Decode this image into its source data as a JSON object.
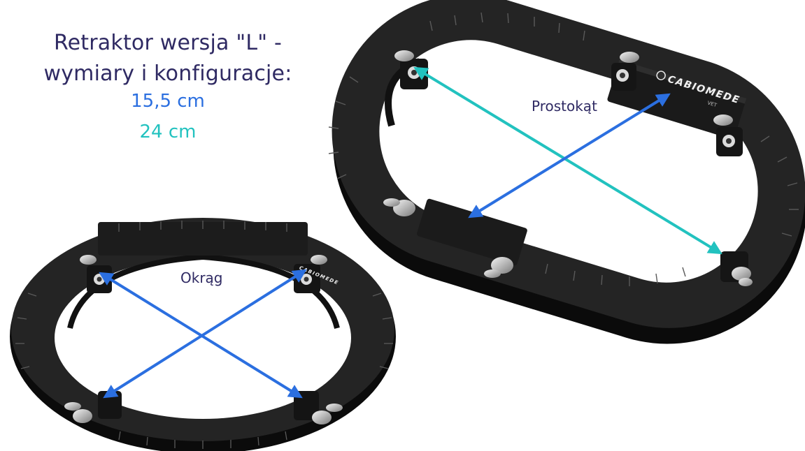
{
  "heading": {
    "line1": "Retraktor wersja \"L\" -",
    "line2": "wymiary i konfiguracje:"
  },
  "dimensions": {
    "short": {
      "text": "15,5 cm",
      "color": "#2b6fe0"
    },
    "long": {
      "text": "24 cm",
      "color": "#22c2bf"
    }
  },
  "configurations": {
    "rectangle_label": "Prostokąt",
    "circle_label": "Okrąg"
  },
  "brand": {
    "name": "CABIOMEDE",
    "sub": "VET",
    "small_name": "CABIOMEDE"
  },
  "colors": {
    "title": "#2f2a63",
    "ring": "#1f1f1f",
    "blue_arrow": "#2b6fe0",
    "teal_arrow": "#22c2bf"
  }
}
